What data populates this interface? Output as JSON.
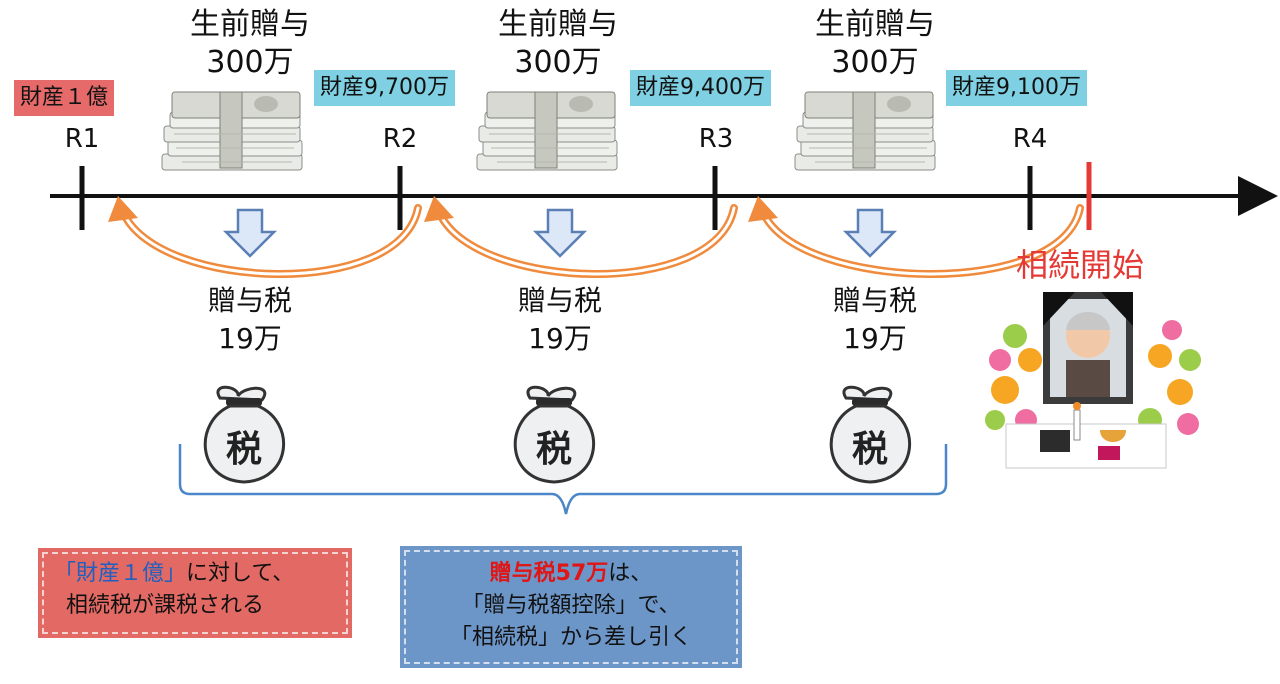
{
  "gifts": [
    {
      "title": "生前贈与",
      "amount": "300万"
    },
    {
      "title": "生前贈与",
      "amount": "300万"
    },
    {
      "title": "生前贈与",
      "amount": "300万"
    }
  ],
  "assets": [
    {
      "label": "財産１億",
      "color": "#e66a6a"
    },
    {
      "label": "財産9,700万",
      "color": "#7fd0e2"
    },
    {
      "label": "財産9,400万",
      "color": "#7fd0e2"
    },
    {
      "label": "財産9,100万",
      "color": "#7fd0e2"
    }
  ],
  "milestones": [
    "R1",
    "R2",
    "R3",
    "R4"
  ],
  "inheritance_start": "相続開始",
  "taxes": [
    {
      "title": "贈与税",
      "amount": "19万",
      "bag_label": "税"
    },
    {
      "title": "贈与税",
      "amount": "19万",
      "bag_label": "税"
    },
    {
      "title": "贈与税",
      "amount": "19万",
      "bag_label": "税"
    }
  ],
  "note_left": {
    "highlight": "「財産１億」",
    "line1_rest": "に対して、",
    "line2": "相続税が課税される"
  },
  "note_right": {
    "highlight": "贈与税57万",
    "line1_rest": "は、",
    "line2": "「贈与税額控除」で、",
    "line3": "「相続税」から差し引く"
  },
  "colors": {
    "arrow_orange": "#f08a3c",
    "start_marker": "#e53935",
    "brace": "#4a86c8",
    "down_arrow_fill": "#dce8f8",
    "down_arrow_stroke": "#5a7fb5",
    "highlight_blue": "#1f5fbf",
    "highlight_red": "#e01515"
  },
  "icons": [
    "money-stack-icon",
    "tax-bag-icon",
    "memorial-portrait-icon",
    "down-arrow-icon"
  ]
}
